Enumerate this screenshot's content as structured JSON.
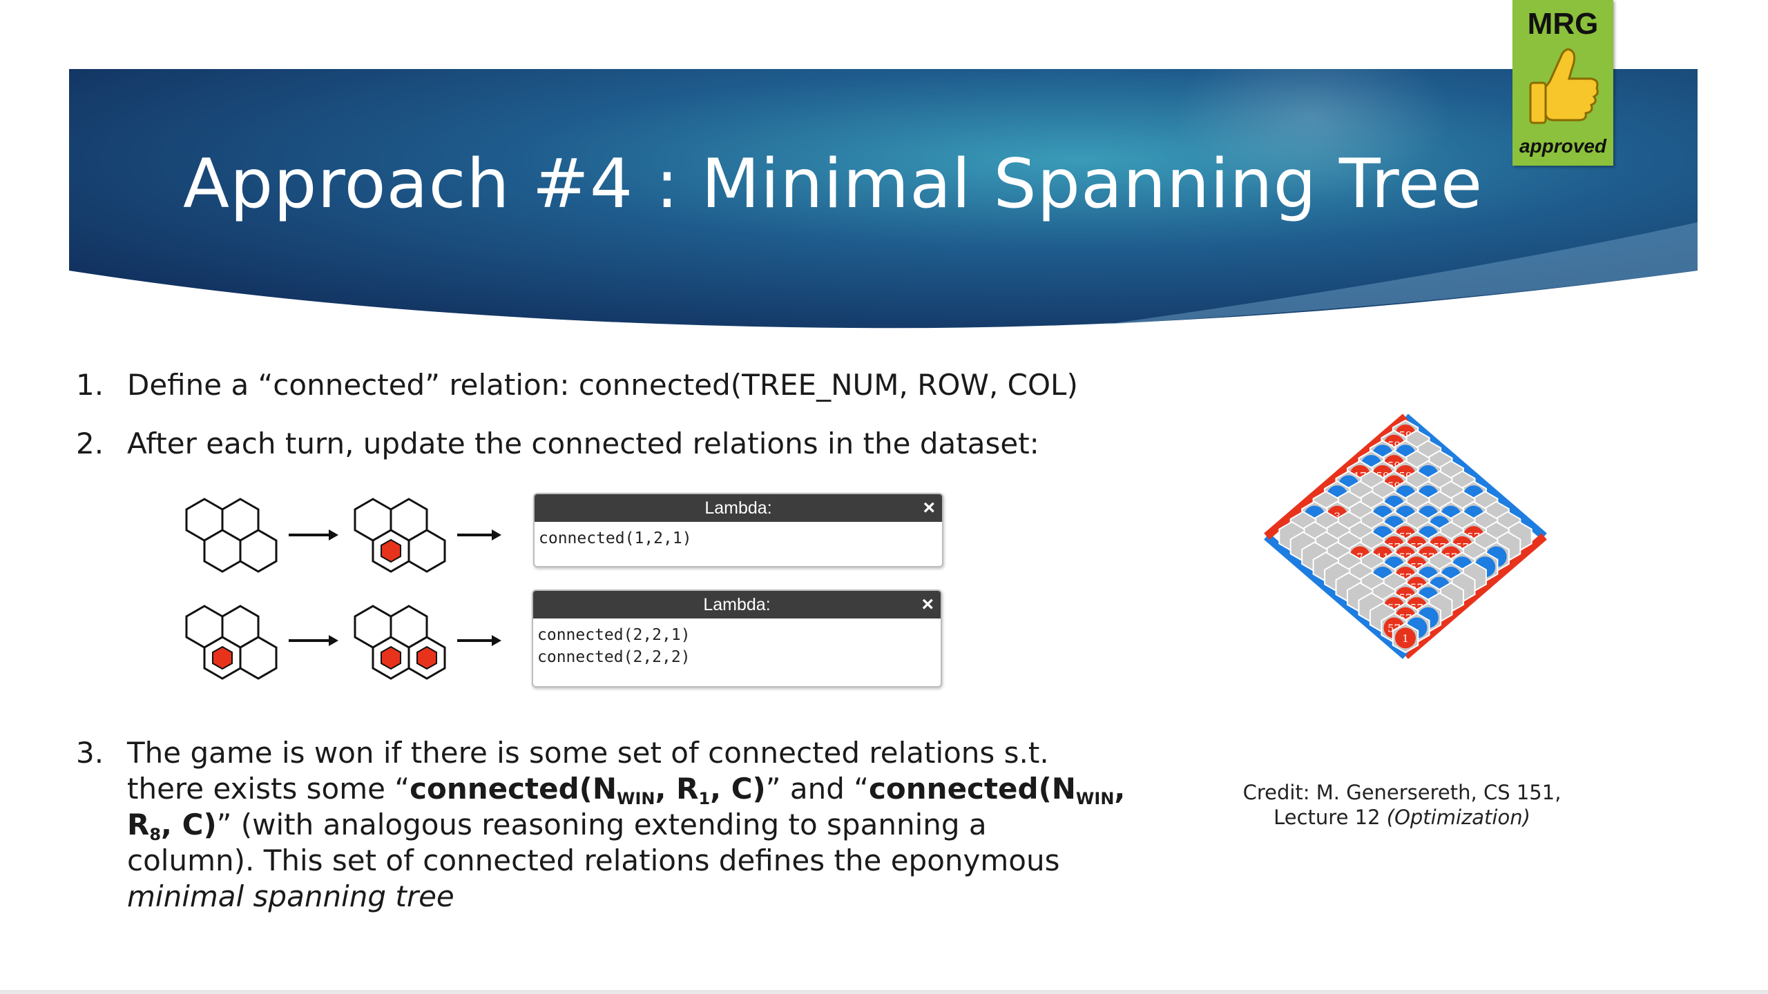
{
  "slide": {
    "title": "Approach #4 : Minimal Spanning Tree",
    "badge": {
      "top_text": "MRG",
      "bottom_text": "approved",
      "icon": "thumbs-up-icon"
    },
    "items": [
      {
        "number": "1.",
        "text": "Define a “connected” relation: connected(TREE_NUM, ROW, COL)"
      },
      {
        "number": "2.",
        "text": "After each turn, update the connected relations in the dataset:"
      },
      {
        "number": "3.",
        "line1": "The game is won if there is some set of connected relations s.t.",
        "line2_pre": "there exists some “",
        "line2_b1": "connected(N",
        "line2_sub1": "WIN",
        "line2_b2": ", R",
        "line2_sub2": "1",
        "line2_b3": ", C)",
        "line2_mid": "” and “",
        "line2_b4": "connected(N",
        "line2_sub3": "WIN",
        "line2_b5": ",",
        "line3_b1": "R",
        "line3_sub1": "8",
        "line3_b2": ", C)",
        "line3_post": "” (with analogous reasoning extending to spanning a",
        "line4": "column). This set of connected relations defines the eponymous",
        "line5": "minimal spanning tree"
      }
    ],
    "lambda_boxes": [
      {
        "header": "Lambda:",
        "close": "×",
        "lines": [
          "connected(1,2,1)"
        ]
      },
      {
        "header": "Lambda:",
        "close": "×",
        "lines": [
          "connected(2,2,1)",
          "connected(2,2,2)"
        ]
      }
    ],
    "board_labels": {
      "red": [
        "59",
        "59",
        "59",
        "59",
        "59",
        "59",
        "17",
        "3",
        "7",
        "11",
        "1",
        "57",
        "57",
        "57",
        "57",
        "57",
        "57",
        "57",
        "57",
        "57",
        "57",
        "57",
        "57",
        "57",
        "57",
        "57",
        "57",
        "57"
      ]
    },
    "credit": {
      "line1": "Credit: M. Genersereth, CS 151,",
      "line2_pre": "Lecture 12 ",
      "line2_italic": "(Optimization)"
    },
    "colors": {
      "banner_dark": "#14355f",
      "banner_light": "#2e7fa5",
      "hex_red": "#e8331c",
      "hex_blue": "#1e7de0",
      "badge_green": "#8bc13c"
    }
  }
}
